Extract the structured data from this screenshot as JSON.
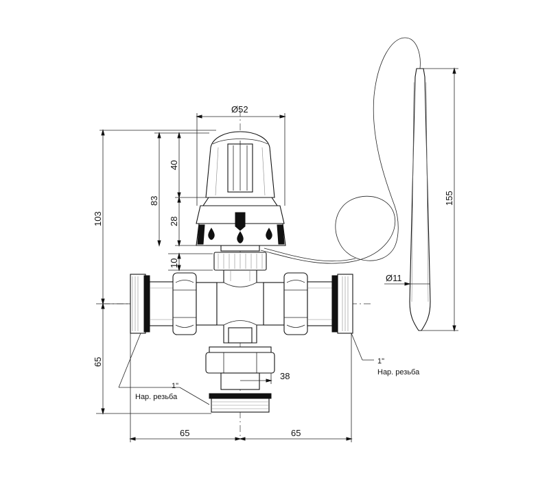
{
  "dimensions": {
    "head_diameter": "Ø52",
    "head_height": "40",
    "upper_height": "83",
    "total_height": "103",
    "collar_height": "28",
    "nut_height": "10",
    "lower_height": "65",
    "left_length": "65",
    "right_length": "65",
    "bottom_offset": "38",
    "bulb_length": "155",
    "bulb_diameter": "Ø11"
  },
  "notes": {
    "left_thread_size": "",
    "left_thread_label": "Нар. резьба",
    "bottom_thread_size": "1\"",
    "right_thread_size": "1\"",
    "right_thread_label": "Нар. резьба"
  }
}
